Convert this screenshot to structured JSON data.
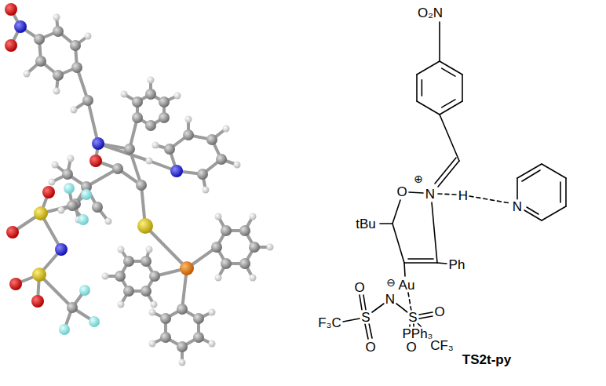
{
  "diagram": {
    "caption": "TS2t-py",
    "labels": [
      "O₂N",
      "O",
      "N",
      "⊕",
      "H",
      "N",
      "tBu",
      "Ph",
      "Au",
      "PPh₃",
      "F₃C",
      "S",
      "O",
      "O",
      "N",
      "⊖",
      "S",
      "O",
      "O",
      "CF₃"
    ]
  }
}
